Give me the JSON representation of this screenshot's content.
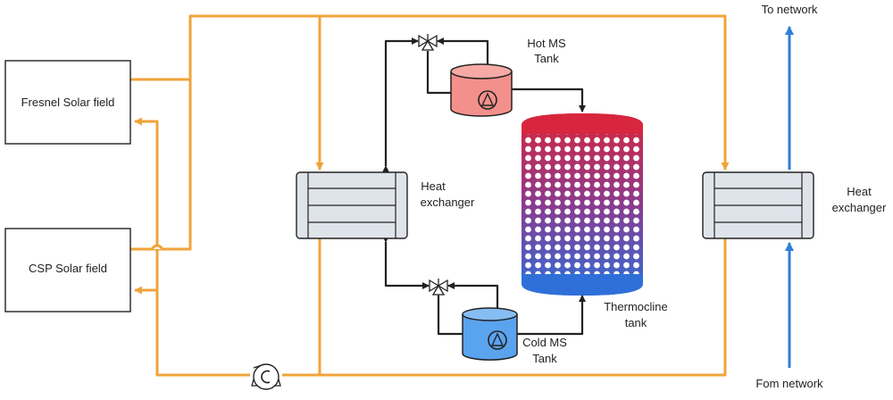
{
  "colors": {
    "hot_pipe": "#f0a33a",
    "ms_pipe": "#222222",
    "network_pipe": "#2f7fd6",
    "hot_tank": "#f4908b",
    "cold_tank": "#5aa3ef",
    "thermocline_top": "#d7263d",
    "thermocline_bottom": "#2f6fd9",
    "exchanger_fill": "#dfe3ea",
    "box_stroke": "#222222"
  },
  "labels": {
    "fresnel_field": "Fresnel Solar field",
    "csp_field": "CSP Solar field",
    "hx_left": [
      "Heat",
      "exchanger"
    ],
    "hx_right": [
      "Heat",
      "exchanger"
    ],
    "hot_tank": [
      "Hot MS",
      "Tank"
    ],
    "cold_tank": [
      "Cold MS",
      "Tank"
    ],
    "thermocline": [
      "Thermocline",
      "tank"
    ],
    "to_network": "To network",
    "from_network": "Fom network"
  },
  "icons": {
    "pump": "pump-icon",
    "valve": "three-way-valve-icon",
    "compressor": "compressor-icon"
  }
}
